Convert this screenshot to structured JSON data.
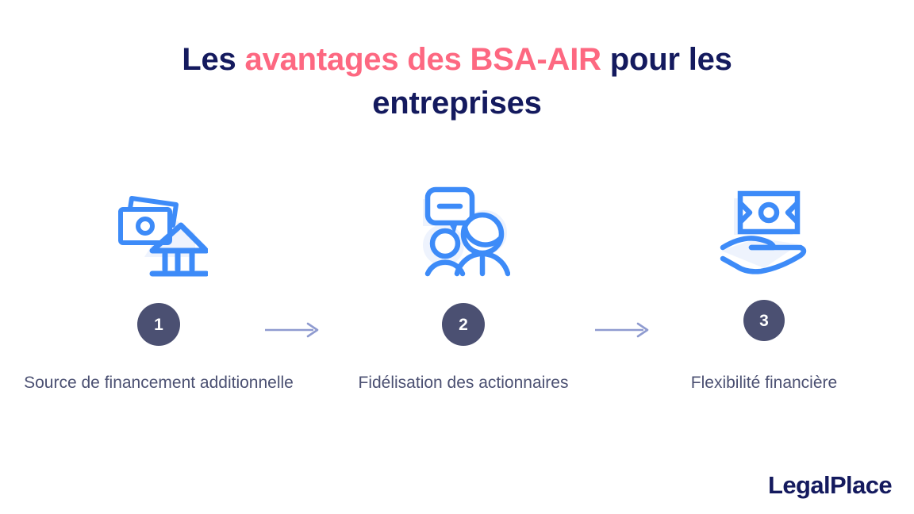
{
  "title": {
    "part1": "Les ",
    "highlight": "avantages des BSA-AIR",
    "part2": " pour les entreprises",
    "full_text": "Les avantages des BSA-AIR pour les entreprises",
    "color_navy": "#141a5e",
    "color_highlight": "#fd6881"
  },
  "steps": [
    {
      "number": "1",
      "caption": "Source de financement additionnelle",
      "icon": "banknotes-bank-icon"
    },
    {
      "number": "2",
      "caption": "Fidélisation des actionnaires",
      "icon": "people-speech-bubble-icon"
    },
    {
      "number": "3",
      "caption": "Flexibilité financière",
      "icon": "hand-holding-banknote-icon"
    }
  ],
  "arrows": [
    {
      "name": "arrow-step-1-to-2"
    },
    {
      "name": "arrow-step-2-to-3"
    }
  ],
  "logo": {
    "text": "LegalPlace"
  },
  "colors": {
    "background": "#ffffff",
    "navy": "#141a5e",
    "pink": "#fd6881",
    "badge": "#4b5072",
    "caption_text": "#4b5072",
    "icon_blue": "#3d8bf8",
    "icon_tint": "#eef3fd",
    "arrow": "#8f9bd0"
  }
}
